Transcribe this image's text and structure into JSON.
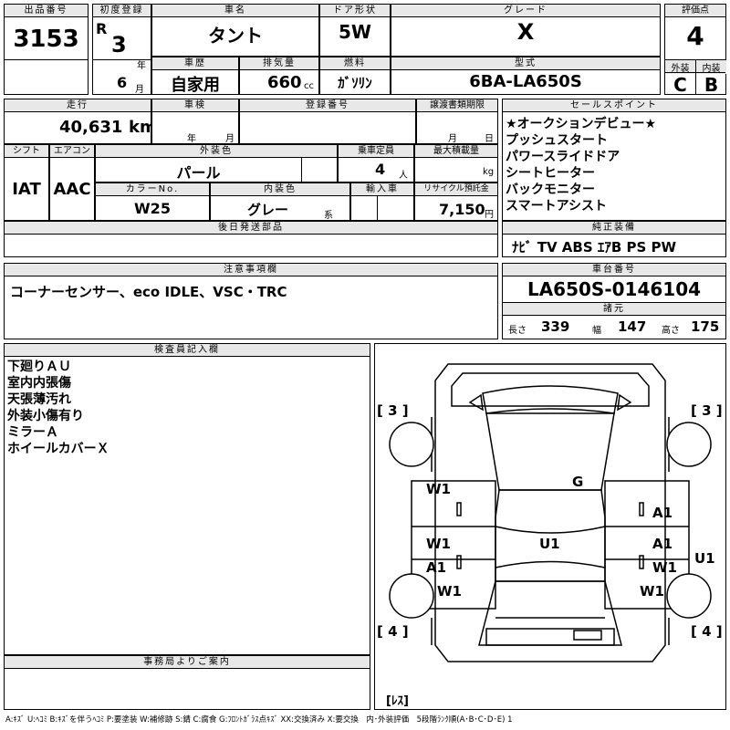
{
  "lot": {
    "label": "出品番号",
    "value": "3153"
  },
  "reg": {
    "label": "初度登録",
    "era": "R",
    "year": "3",
    "year_unit": "年",
    "month": "6",
    "month_unit": "月"
  },
  "name": {
    "label": "車名",
    "value": "タント"
  },
  "door": {
    "label": "ドア形状",
    "value": "5W"
  },
  "grade": {
    "label": "グレード",
    "value": "X"
  },
  "score": {
    "label": "評価点",
    "value": "4",
    "ext_label": "外装",
    "ext": "C",
    "int_label": "内装",
    "int": "B"
  },
  "history": {
    "label": "車歴",
    "value": "自家用"
  },
  "displacement": {
    "label": "排気量",
    "value": "660",
    "unit": "cc"
  },
  "fuel": {
    "label": "燃料",
    "value": "ｶﾞｿﾘﾝ"
  },
  "model": {
    "label": "型式",
    "value": "6BA-LA650S"
  },
  "mileage": {
    "label": "走行",
    "value": "40,631",
    "unit": "km"
  },
  "inspection": {
    "label": "車検",
    "year_unit": "年",
    "month_unit": "月"
  },
  "plate": {
    "label": "登録番号"
  },
  "transfer": {
    "label": "譲渡書類期限",
    "month_unit": "月",
    "day_unit": "日"
  },
  "shift": {
    "label": "シフト",
    "value": "IAT"
  },
  "ac": {
    "label": "エアコン",
    "value": "AAC"
  },
  "color": {
    "label": "外装色",
    "value": "パール",
    "code_label": "カラーNo.",
    "code": "W25"
  },
  "interior": {
    "label": "内装色",
    "value": "グレー",
    "suffix": "系"
  },
  "capacity": {
    "label": "乗車定員",
    "value": "4",
    "unit": "人"
  },
  "load": {
    "label": "最大積載量",
    "unit": "kg"
  },
  "import": {
    "label": "輸入車"
  },
  "recycle": {
    "label": "リサイクル預託金",
    "value": "7,150",
    "unit": "円"
  },
  "later_parts": {
    "label": "後日発送部品"
  },
  "sales_points": {
    "label": "セールスポイント",
    "items": [
      "★オークションデビュー★",
      "プッシュスタート",
      "パワースライドドア",
      "シートヒーター",
      "バックモニター",
      "スマートアシスト"
    ]
  },
  "equipment": {
    "label": "純正装備",
    "value": "ﾅﾋﾞ TV ABS ｴｱB PS PW"
  },
  "notes": {
    "label": "注意事項欄",
    "value": "コーナーセンサー、eco IDLE、VSC・TRC"
  },
  "chassis": {
    "label": "車台番号",
    "value": "LA650S-0146104"
  },
  "specs": {
    "label": "諸元",
    "length_label": "長さ",
    "length": "339",
    "width_label": "幅",
    "width": "147",
    "height_label": "高さ",
    "height": "175"
  },
  "inspector": {
    "label": "検査員記入欄",
    "items": [
      "下廻りＡＵ",
      "室内内張傷",
      "天張薄汚れ",
      "外装小傷有り",
      "ミラーＡ",
      "ホイールカバーＸ"
    ]
  },
  "diagram": {
    "bracket_fl": "[ 3 ]",
    "bracket_fr": "[ 3 ]",
    "bracket_rl": "[ 4 ]",
    "bracket_rr": "[ 4 ]",
    "bracket_spare": "[ﾚｽ]",
    "marks": {
      "g": "G",
      "w1_l_front": "W1",
      "w1_l_mid": "W1",
      "a1_l": "A1",
      "w1_l_rear": "W1",
      "u1_center": "U1",
      "a1_r_front": "A1",
      "a1_r_mid": "A1",
      "w1_r_mid": "W1",
      "w1_r_rear": "W1",
      "u1_right": "U1"
    }
  },
  "office": {
    "label": "事務局よりご案内"
  },
  "legend": "A:ｷｽﾞ U:ﾍｺﾐ B:ｷｽﾞを伴うﾍｺﾐ P:要塗装 W:補修跡 S:錆 C:腐食 G:ﾌﾛﾝﾄｶﾞﾗｽ点ｷｽﾞ XX:交換済み X:要交換　内･外装評価　5段階ﾗﾝｸ順(A･B･C･D･E) 1"
}
